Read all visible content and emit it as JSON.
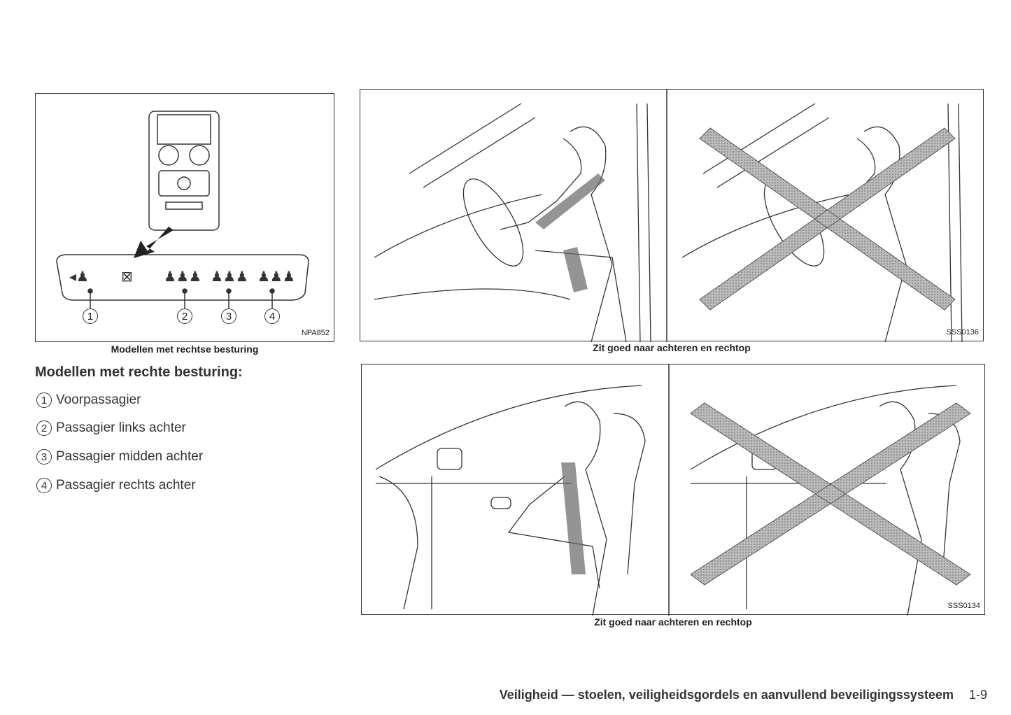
{
  "figure_left": {
    "code": "NPA852",
    "caption": "Modellen met rechtse besturing",
    "callouts": [
      "1",
      "2",
      "3",
      "4"
    ]
  },
  "list": {
    "heading": "Modellen met rechte besturing:",
    "items": [
      {
        "num": "1",
        "label": "Voorpassagier"
      },
      {
        "num": "2",
        "label": "Passagier links achter"
      },
      {
        "num": "3",
        "label": "Passagier midden achter"
      },
      {
        "num": "4",
        "label": "Passagier rechts achter"
      }
    ]
  },
  "figure_top": {
    "code": "SSS0136",
    "caption": "Zit goed naar achteren en rechtop"
  },
  "figure_bottom": {
    "code": "SSS0134",
    "caption": "Zit goed naar achteren en rechtop"
  },
  "footer": {
    "title": "Veiligheid — stoelen, veiligheidsgordels en aanvullend beveiligingssysteem",
    "page": "1-9"
  }
}
